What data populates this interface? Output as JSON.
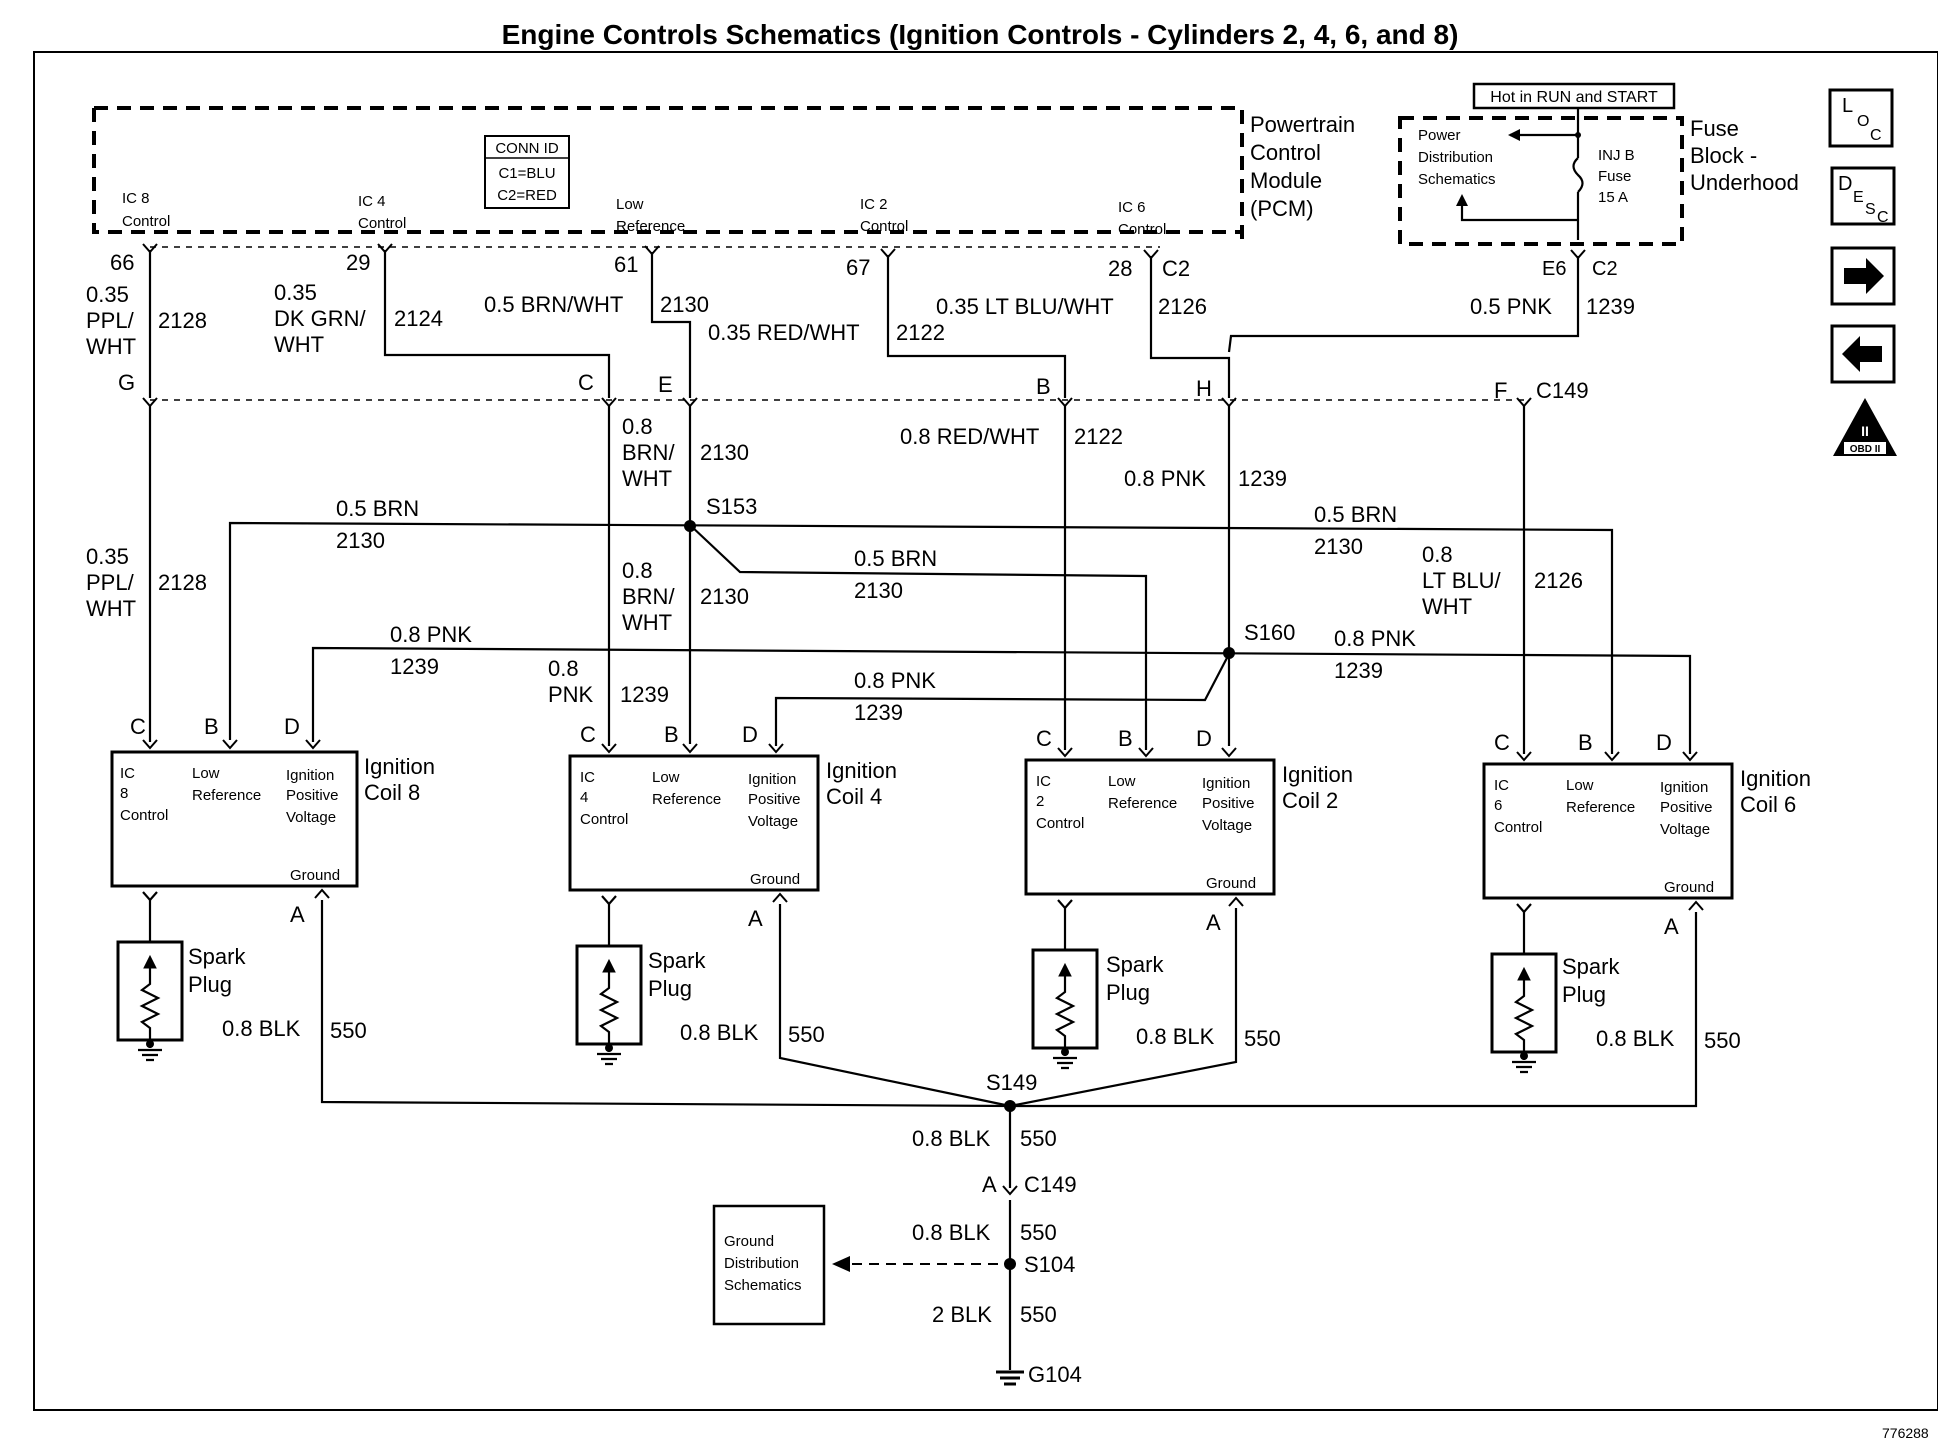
{
  "title": "Engine Controls Schematics (Ignition Controls - Cylinders 2, 4, 6, and 8)",
  "figure_id": "776288",
  "pcm": {
    "name_lines": [
      "Powertrain",
      "Control",
      "Module",
      "(PCM)"
    ],
    "conn_id": [
      "CONN ID",
      "C1=BLU",
      "C2=RED"
    ],
    "connector": "C2",
    "pins": [
      {
        "label": [
          "IC 8",
          "Control"
        ],
        "pin": "66"
      },
      {
        "label": [
          "IC 4",
          "Control"
        ],
        "pin": "29"
      },
      {
        "label": [
          "Low",
          "Reference"
        ],
        "pin": "61"
      },
      {
        "label": [
          "IC 2",
          "Control"
        ],
        "pin": "67"
      },
      {
        "label": [
          "IC 6",
          "Control"
        ],
        "pin": "28"
      }
    ]
  },
  "fuse_block": {
    "name_lines": [
      "Fuse",
      "Block -",
      "Underhood"
    ],
    "hot_label": "Hot in RUN and START",
    "power_dist": [
      "Power",
      "Distribution",
      "Schematics"
    ],
    "fuse": [
      "INJ B",
      "Fuse",
      "15 A"
    ],
    "pin": "E6",
    "connector": "C2"
  },
  "upper_wires": [
    {
      "gauge": [
        "0.35",
        "PPL/",
        "WHT"
      ],
      "circuit": "2128"
    },
    {
      "gauge": [
        "0.35",
        "DK GRN/",
        "WHT"
      ],
      "circuit": "2124"
    },
    {
      "gauge": [
        "0.5 BRN/WHT"
      ],
      "circuit": "2130"
    },
    {
      "gauge": [
        "0.35 RED/WHT"
      ],
      "circuit": "2122"
    },
    {
      "gauge": [
        "0.35 LT BLU/WHT"
      ],
      "circuit": "2126"
    },
    {
      "gauge": [
        "0.5 PNK"
      ],
      "circuit": "1239"
    }
  ],
  "c149": {
    "name": "C149",
    "pins": [
      "G",
      "C",
      "E",
      "B",
      "H",
      "F"
    ]
  },
  "mid_wires": [
    {
      "gauge": [
        "0.35",
        "PPL/",
        "WHT"
      ],
      "circuit": "2128"
    },
    {
      "gauge": [
        "0.8",
        "BRN/",
        "WHT"
      ],
      "circuit": "2130"
    },
    {
      "gauge": [
        "0.8",
        "BRN/",
        "WHT"
      ],
      "circuit": "2130"
    },
    {
      "gauge": [
        "0.8 RED/WHT"
      ],
      "circuit": "2122"
    },
    {
      "gauge": [
        "0.8 PNK"
      ],
      "circuit": "1239"
    },
    {
      "gauge": [
        "0.8",
        "LT BLU/",
        "WHT"
      ],
      "circuit": "2126"
    },
    {
      "gauge": [
        "0.5 BRN"
      ],
      "circuit": "2130"
    },
    {
      "gauge": [
        "0.5 BRN"
      ],
      "circuit": "2130"
    },
    {
      "gauge": [
        "0.5 BRN"
      ],
      "circuit": "2130"
    },
    {
      "gauge": [
        "0.8 PNK"
      ],
      "circuit": "1239"
    },
    {
      "gauge": [
        "0.8",
        "PNK"
      ],
      "circuit": "1239"
    },
    {
      "gauge": [
        "0.8 PNK"
      ],
      "circuit": "1239"
    },
    {
      "gauge": [
        "0.8 PNK"
      ],
      "circuit": "1239"
    }
  ],
  "splices": {
    "s153": "S153",
    "s160": "S160",
    "s149": "S149",
    "s104": "S104"
  },
  "coils": [
    {
      "name": [
        "Ignition",
        "Coil 8"
      ],
      "ic": [
        "IC",
        "8",
        "Control"
      ],
      "low": [
        "Low",
        "Reference"
      ],
      "ipv": [
        "Ignition",
        "Positive",
        "Voltage"
      ],
      "ground": "Ground",
      "pins": [
        "C",
        "B",
        "D",
        "A"
      ],
      "ground_wire": [
        "0.8 BLK",
        "550"
      ]
    },
    {
      "name": [
        "Ignition",
        "Coil 4"
      ],
      "ic": [
        "IC",
        "4",
        "Control"
      ],
      "low": [
        "Low",
        "Reference"
      ],
      "ipv": [
        "Ignition",
        "Positive",
        "Voltage"
      ],
      "ground": "Ground",
      "pins": [
        "C",
        "B",
        "D",
        "A"
      ],
      "ground_wire": [
        "0.8 BLK",
        "550"
      ]
    },
    {
      "name": [
        "Ignition",
        "Coil 2"
      ],
      "ic": [
        "IC",
        "2",
        "Control"
      ],
      "low": [
        "Low",
        "Reference"
      ],
      "ipv": [
        "Ignition",
        "Positive",
        "Voltage"
      ],
      "ground": "Ground",
      "pins": [
        "C",
        "B",
        "D",
        "A"
      ],
      "ground_wire": [
        "0.8 BLK",
        "550"
      ]
    },
    {
      "name": [
        "Ignition",
        "Coil 6"
      ],
      "ic": [
        "IC",
        "6",
        "Control"
      ],
      "low": [
        "Low",
        "Reference"
      ],
      "ipv": [
        "Ignition",
        "Positive",
        "Voltage"
      ],
      "ground": "Ground",
      "pins": [
        "C",
        "B",
        "D",
        "A"
      ],
      "ground_wire": [
        "0.8 BLK",
        "550"
      ]
    }
  ],
  "spark_plug": [
    "Spark",
    "Plug"
  ],
  "ground_path": {
    "w1": [
      "0.8 BLK",
      "550"
    ],
    "c149_pin": "A",
    "c149": "C149",
    "w2": [
      "0.8 BLK",
      "550"
    ],
    "w3": [
      "2 BLK",
      "550"
    ],
    "ground": "G104",
    "ground_dist": [
      "Ground",
      "Distribution",
      "Schematics"
    ]
  },
  "nav": {
    "loc": [
      "L",
      "O",
      "C"
    ],
    "desc": [
      "D",
      "E",
      "S",
      "C"
    ],
    "obd": [
      "II",
      "OBD II"
    ]
  }
}
